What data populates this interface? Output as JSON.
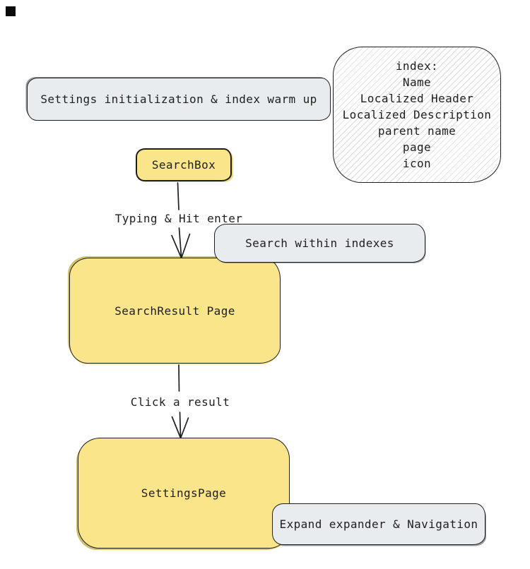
{
  "colors": {
    "background": "#ffffff",
    "node_yellow_fill": "#fae58b",
    "node_gray_fill": "#e9ecef",
    "stroke": "#1e1e1e",
    "hatch_line": "#dadada",
    "corner_marker": "#0a0a0a"
  },
  "nodes": {
    "settings_init": {
      "label": "Settings initialization & index warm up"
    },
    "index_note": {
      "lines": [
        "index:",
        "Name",
        "Localized Header",
        "Localized Description",
        "parent name",
        "page",
        "icon"
      ]
    },
    "search_box": {
      "label": "SearchBox"
    },
    "search_within": {
      "label": "Search within indexes"
    },
    "search_result": {
      "label": "SearchResult Page"
    },
    "settings_page": {
      "label": "SettingsPage"
    },
    "expand_nav": {
      "label": "Expand expander & Navigation"
    }
  },
  "edges": {
    "typing": {
      "label": "Typing & Hit enter"
    },
    "click": {
      "label": "Click a result"
    }
  }
}
